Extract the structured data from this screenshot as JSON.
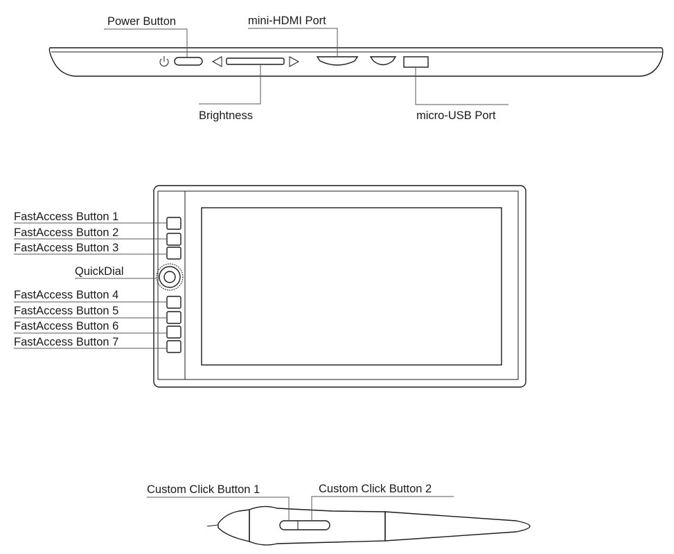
{
  "top_view": {
    "power_button": "Power Button",
    "mini_hdmi_port": "mini-HDMI Port",
    "brightness": "Brightness",
    "micro_usb_port": "micro-USB Port"
  },
  "front_view": {
    "fastaccess_1": "FastAccess Button 1",
    "fastaccess_2": "FastAccess Button 2",
    "fastaccess_3": "FastAccess Button 3",
    "quickdial": "QuickDial",
    "fastaccess_4": "FastAccess Button 4",
    "fastaccess_5": "FastAccess Button 5",
    "fastaccess_6": "FastAccess Button 6",
    "fastaccess_7": "FastAccess Button 7"
  },
  "pen": {
    "custom_click_1": "Custom Click Button 1",
    "custom_click_2": "Custom Click Button 2"
  },
  "icons": [
    "power-icon",
    "left-arrow-icon",
    "right-arrow-icon"
  ],
  "colors": {
    "line": "#1a1a1a",
    "background": "#ffffff"
  }
}
